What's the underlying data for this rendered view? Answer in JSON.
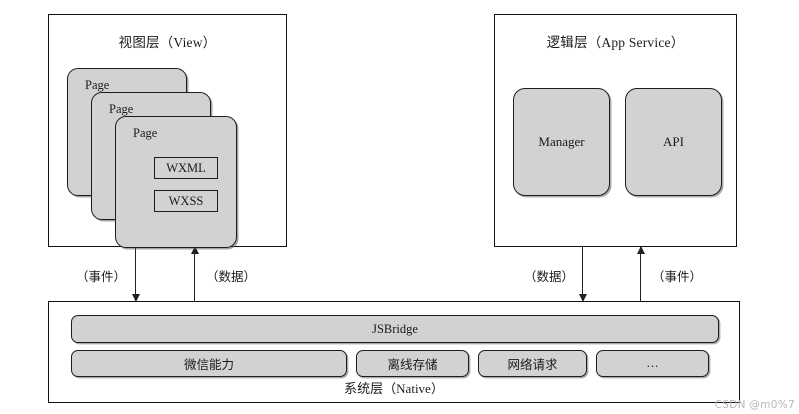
{
  "diagram": {
    "title_implicit": "WeChat Mini Program Architecture",
    "background_color": "#ffffff",
    "box_fill_color": "#d2d2d2",
    "border_color": "#1d1d1d"
  },
  "view_layer": {
    "title": "视图层（View）",
    "pages": [
      {
        "label": "Page"
      },
      {
        "label": "Page"
      },
      {
        "label": "Page"
      }
    ],
    "sub_boxes": [
      {
        "label": "WXML"
      },
      {
        "label": "WXSS"
      }
    ]
  },
  "service_layer": {
    "title": "逻辑层（App Service）",
    "boxes": [
      {
        "label": "Manager"
      },
      {
        "label": "API"
      }
    ]
  },
  "native_layer": {
    "bridge": {
      "label": "JSBridge"
    },
    "capabilities": [
      {
        "label": "微信能力"
      },
      {
        "label": "离线存储"
      },
      {
        "label": "网络请求"
      },
      {
        "label": "…"
      }
    ],
    "footer": "系统层（Native）"
  },
  "connectors": {
    "view_to_native_event": {
      "label": "（事件）",
      "direction": "down"
    },
    "native_to_view_data": {
      "label": "（数据）",
      "direction": "up"
    },
    "service_to_native_data": {
      "label": "（数据）",
      "direction": "down"
    },
    "native_to_service_event": {
      "label": "（事件）",
      "direction": "up"
    }
  },
  "watermark": {
    "text": "CSDN @m0%7"
  }
}
